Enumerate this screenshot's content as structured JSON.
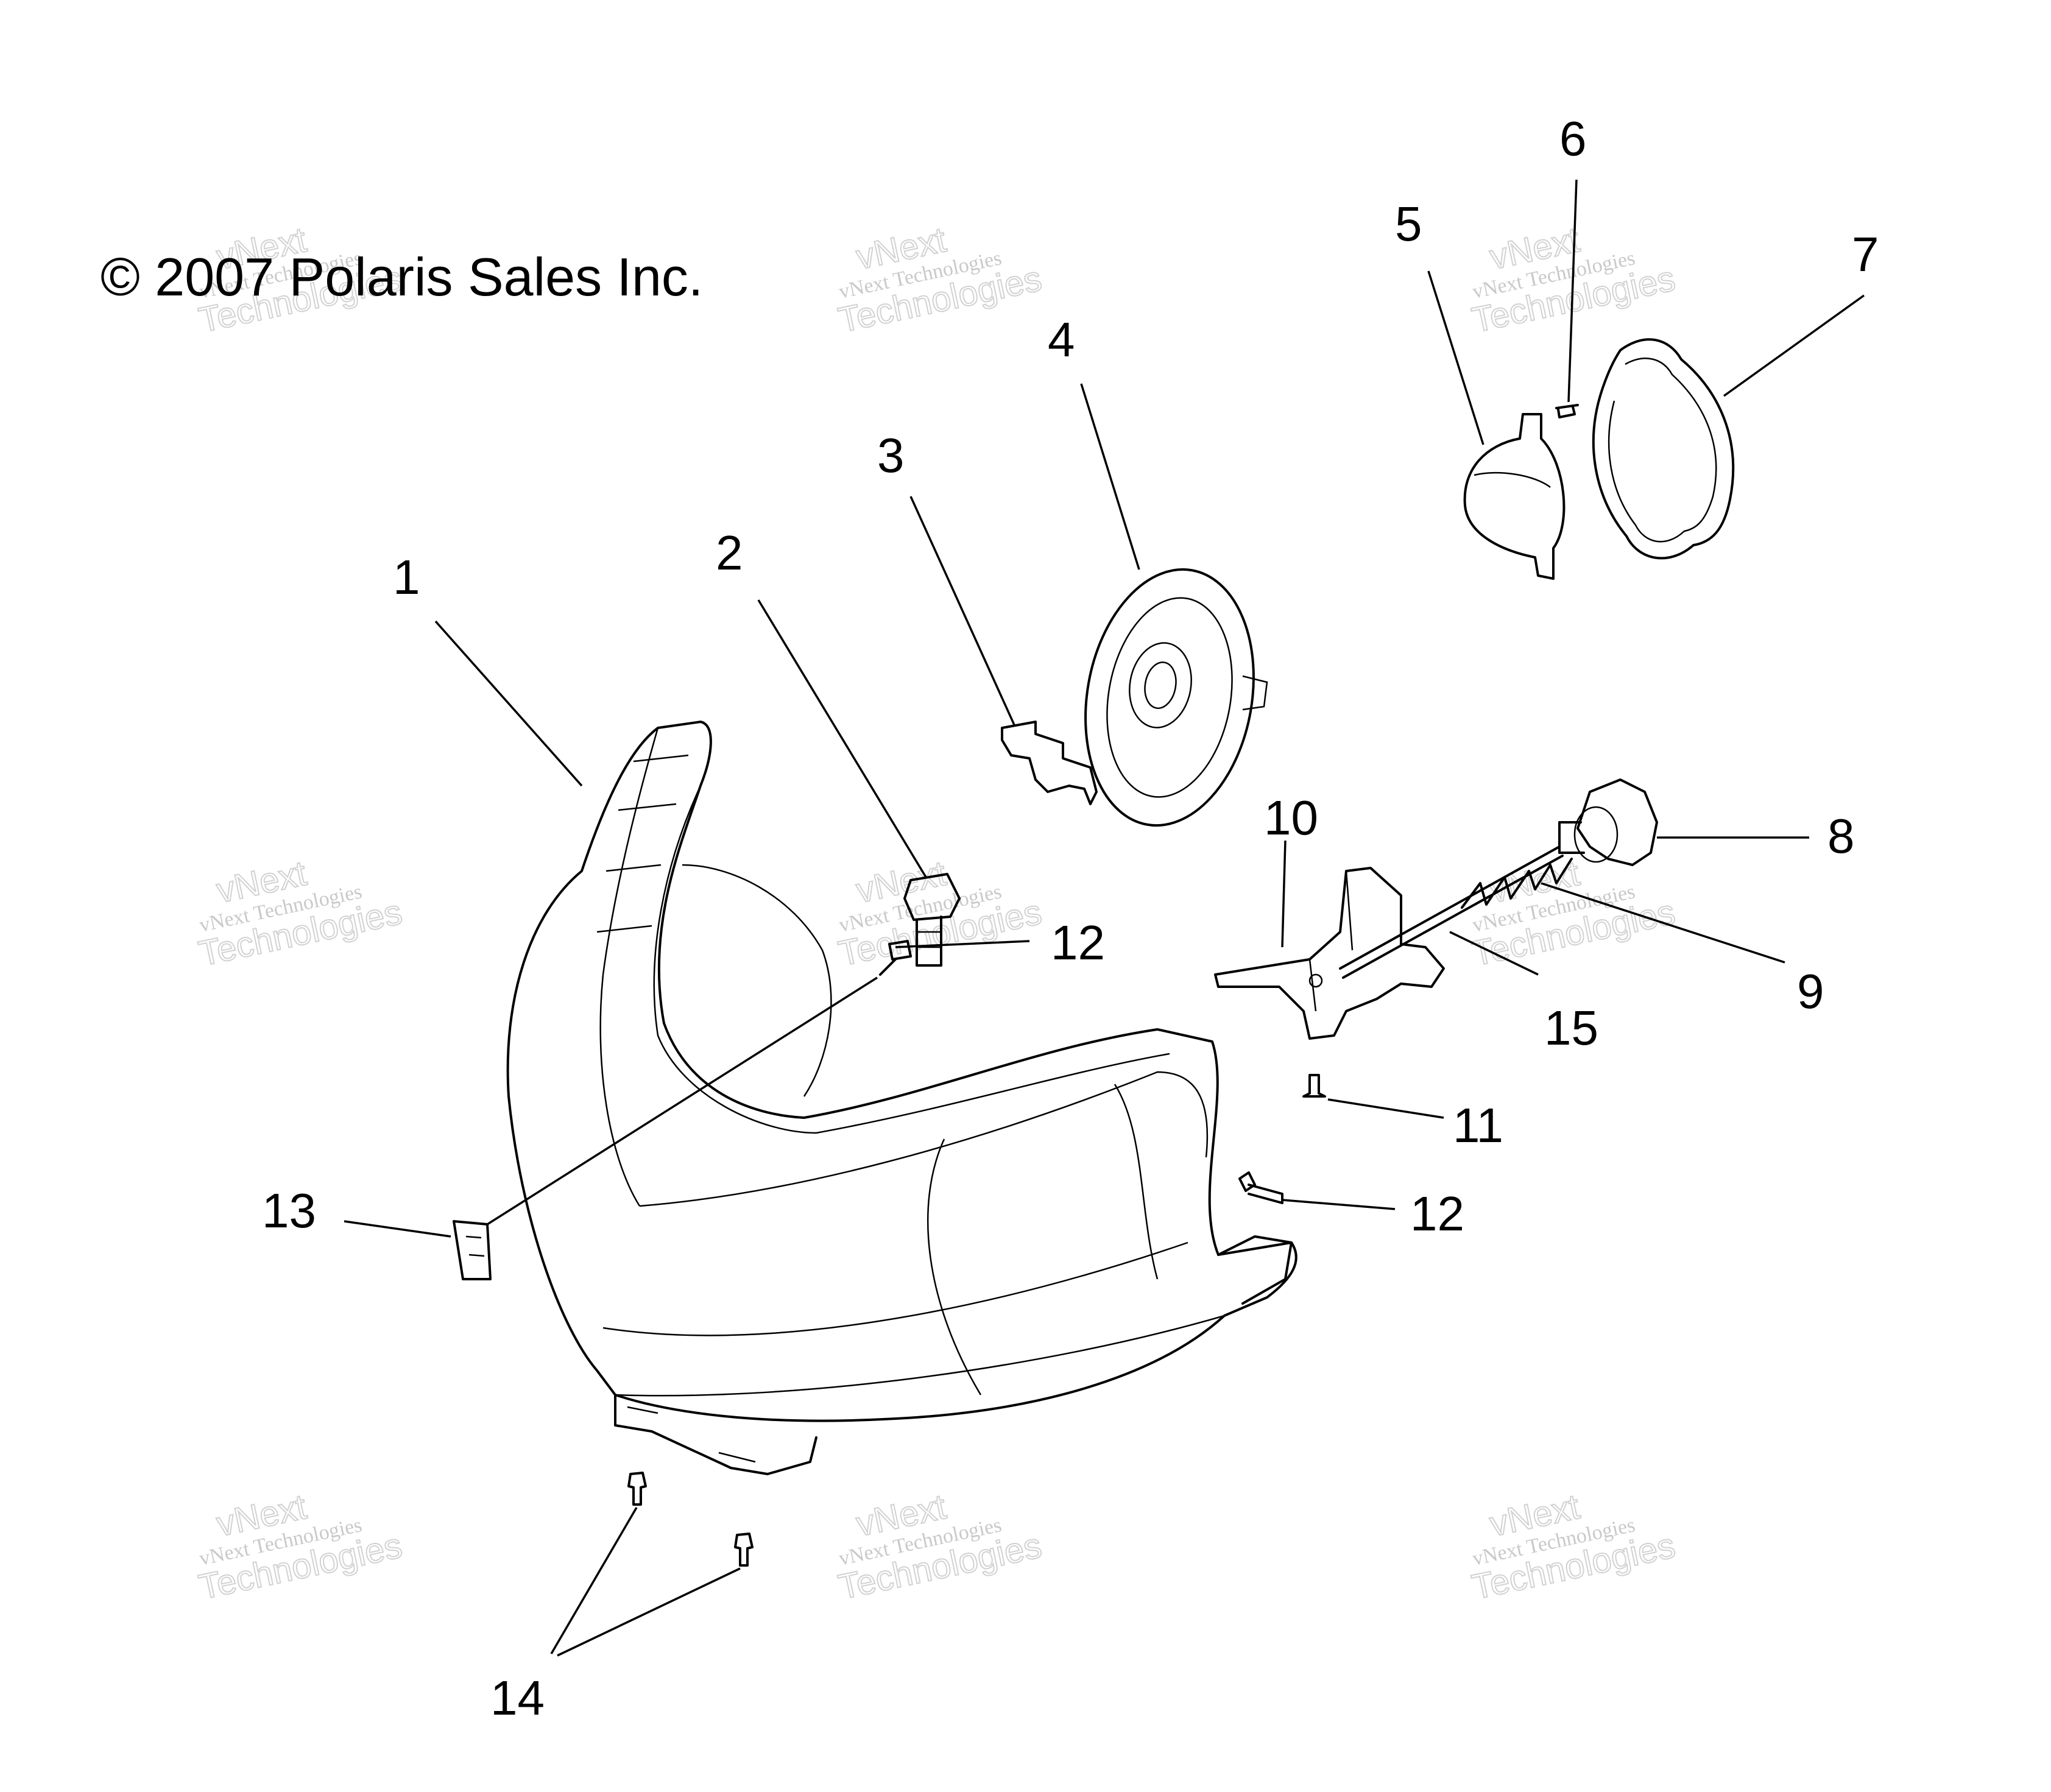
{
  "copyright": "© 2007 Polaris Sales Inc.",
  "watermark": {
    "line1": "vNext",
    "line2": "vNext Technologies",
    "line3": "Technologies"
  },
  "callouts": {
    "p1": "1",
    "p2": "2",
    "p3": "3",
    "p4": "4",
    "p5": "5",
    "p6": "6",
    "p7": "7",
    "p8": "8",
    "p9": "9",
    "p10": "10",
    "p11": "11",
    "p12a": "12",
    "p12b": "12",
    "p13": "13",
    "p14": "14",
    "p15": "15"
  }
}
